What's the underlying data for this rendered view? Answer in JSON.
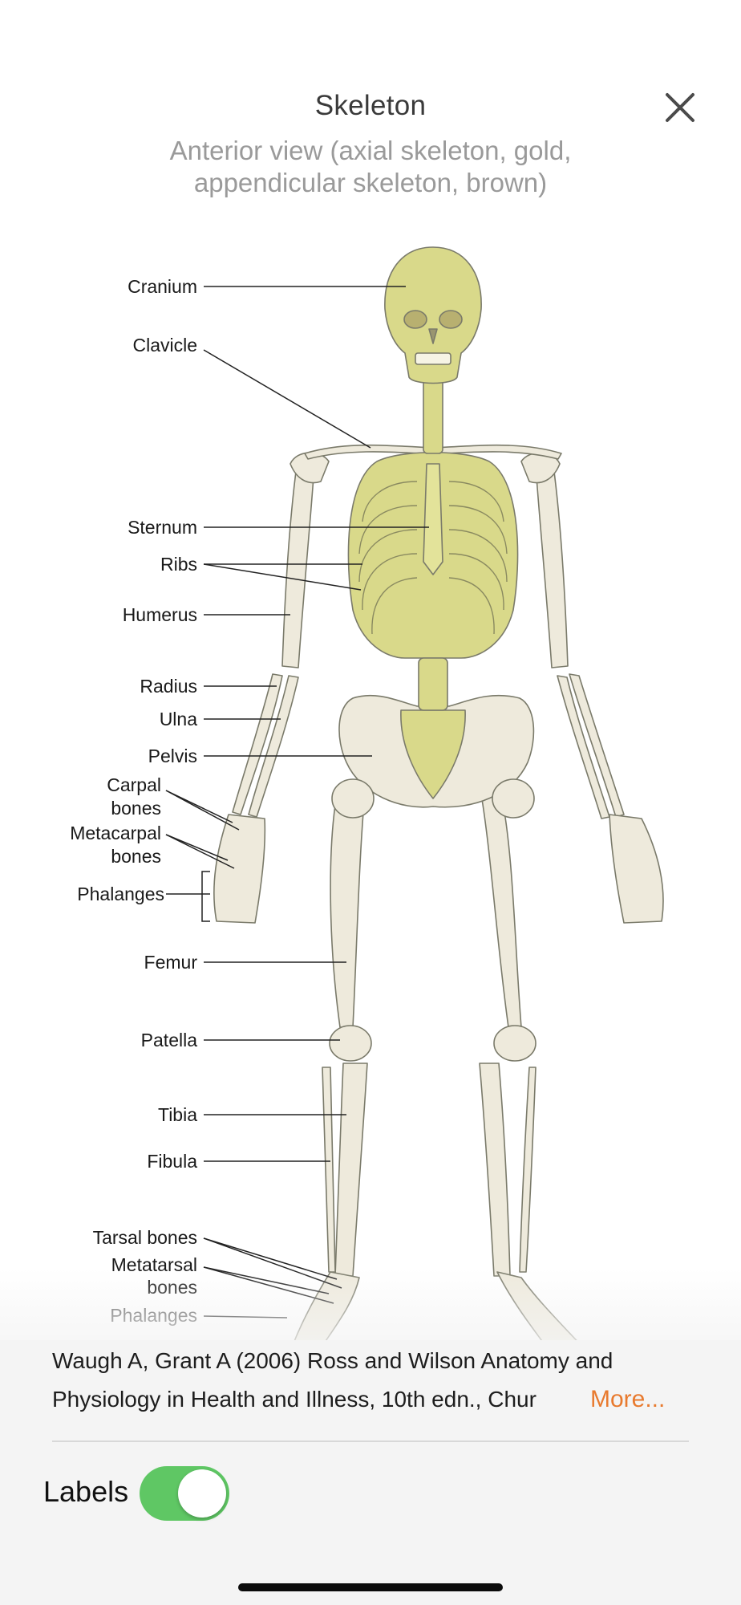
{
  "header": {
    "title": "Skeleton",
    "subtitle_lines": [
      "Anterior view (axial skeleton, gold,",
      "appendicular skeleton, brown)"
    ]
  },
  "icons": {
    "close": "close-icon"
  },
  "figure": {
    "labels": {
      "cranium": "Cranium",
      "clavicle": "Clavicle",
      "sternum": "Sternum",
      "ribs": "Ribs",
      "humerus": "Humerus",
      "radius": "Radius",
      "ulna": "Ulna",
      "pelvis": "Pelvis",
      "carpal_1": "Carpal",
      "carpal_2": "bones",
      "metacarpal_1": "Metacarpal",
      "metacarpal_2": "bones",
      "phalanges_hand": "Phalanges",
      "femur": "Femur",
      "patella": "Patella",
      "tibia": "Tibia",
      "fibula": "Fibula",
      "tarsal": "Tarsal bones",
      "metatarsal_1": "Metatarsal",
      "metatarsal_2": "bones",
      "phalanges_foot": "Phalanges"
    },
    "colors": {
      "axial": "#d9d98a",
      "appendicular": "#eeeadc",
      "outline": "#777766"
    }
  },
  "footer": {
    "citation_lines": [
      "Waugh A, Grant A (2006) Ross and Wilson Anatomy and",
      "Physiology in Health and Illness, 10th edn., Chur"
    ],
    "more_label": "More...",
    "labels_toggle_label": "Labels",
    "labels_toggle_on": true
  },
  "colors": {
    "accent": "#e87a2e",
    "toggle_on": "#5fc764"
  }
}
